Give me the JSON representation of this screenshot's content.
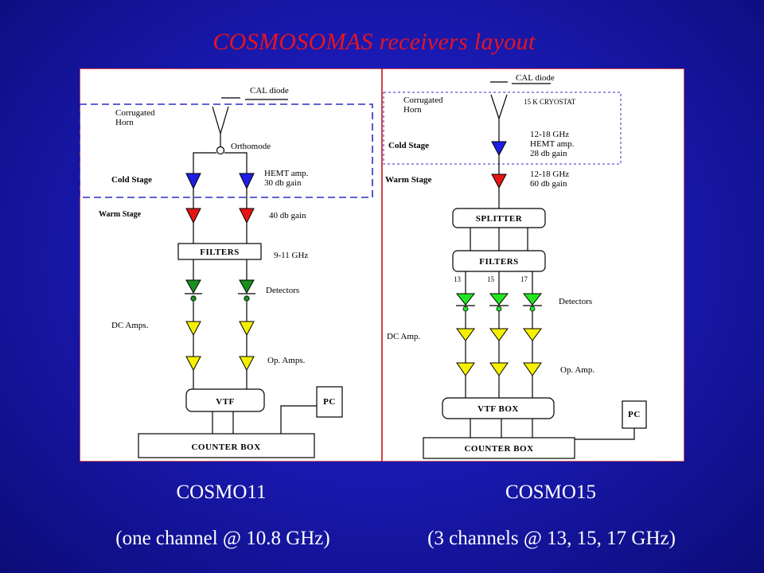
{
  "slide": {
    "title": "COSMOSOMAS receivers layout",
    "left_caption": "COSMO11",
    "left_subcaption": "(one channel @ 10.8 GHz)",
    "right_caption": "COSMO15",
    "right_subcaption": "(3 channels @ 13, 15, 17 GHz)"
  },
  "colors": {
    "cold_stage": "#1e1ee6",
    "warm_stage": "#e61414",
    "detector_left": "#17901f",
    "detector_right": "#22e622",
    "dc_amp": "#f5f000",
    "dashed_box": "#2d2dc8",
    "panel_border": "#c8141e"
  },
  "cosmo11": {
    "cal_diode": "CAL diode",
    "horn": [
      "Corrugated",
      "Horn"
    ],
    "orthomode": "Orthomode",
    "cold_stage": "Cold Stage",
    "hemt": [
      "HEMT amp.",
      "30 db gain"
    ],
    "warm_stage": "Warm Stage",
    "warm_gain": "40 db gain",
    "filters": "FILTERS",
    "filters_range": "9-11 GHz",
    "detectors": "Detectors",
    "dc_amps": "DC Amps.",
    "op_amps": "Op. Amps.",
    "vtf": "VTF",
    "pc": "PC",
    "counter_box": "COUNTER BOX"
  },
  "cosmo15": {
    "cal_diode": "CAL diode",
    "horn": [
      "Corrugated",
      "Horn"
    ],
    "cryostat": "15 K CRYOSTAT",
    "cold_stage": "Cold Stage",
    "hemt": [
      "12-18 GHz",
      "HEMT amp.",
      "28 db gain"
    ],
    "warm_stage": "Warm Stage",
    "warm_info": [
      "12-18 GHz",
      "60 db gain"
    ],
    "splitter": "SPLITTER",
    "filters": "FILTERS",
    "channels": [
      "13",
      "15",
      "17"
    ],
    "detectors": "Detectors",
    "dc_amp": "DC Amp.",
    "op_amp": "Op. Amp.",
    "vtf_box": "VTF BOX",
    "pc": "PC",
    "counter_box": "COUNTER BOX"
  }
}
